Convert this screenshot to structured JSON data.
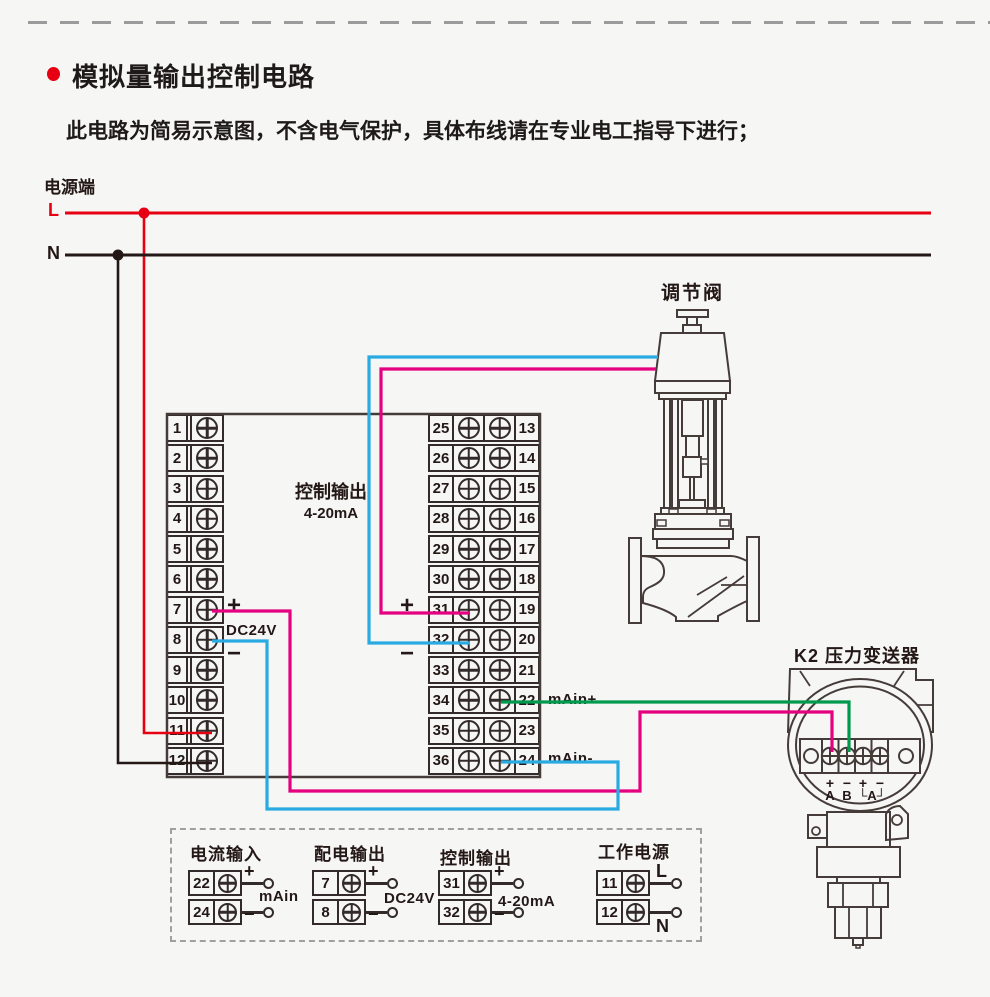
{
  "page": {
    "title": "模拟量输出控制电路",
    "subtitle": "此电路为简易示意图，不含电气保护，具体布线请在专业电工指导下进行；"
  },
  "power": {
    "title": "电源端",
    "l": "L",
    "n": "N"
  },
  "instrument": {
    "output_label": "控制输出",
    "output_range": "4-20mA",
    "plus": "+",
    "minus": "−",
    "dc24v": "DC24V",
    "main_plus": "mAin+",
    "main_minus": "mAin-",
    "left_terminals": [
      "1",
      "2",
      "3",
      "4",
      "5",
      "6",
      "7",
      "8",
      "9",
      "10",
      "11",
      "12"
    ],
    "right_inner": [
      "25",
      "26",
      "27",
      "28",
      "29",
      "30",
      "31",
      "32",
      "33",
      "34",
      "35",
      "36"
    ],
    "right_outer": [
      "13",
      "14",
      "15",
      "16",
      "17",
      "18",
      "19",
      "20",
      "21",
      "22",
      "23",
      "24"
    ]
  },
  "valve": {
    "label": "调节阀"
  },
  "transmitter": {
    "label": "K2 压力变送器",
    "signs": [
      "+",
      "−",
      "+",
      "−"
    ],
    "names": [
      "A",
      "B",
      "└A┘"
    ]
  },
  "legend": {
    "groups": [
      {
        "title": "电流输入",
        "center": "mAin",
        "rows": [
          {
            "num": "22",
            "sign": "+"
          },
          {
            "num": "24",
            "sign": "−"
          }
        ]
      },
      {
        "title": "配电输出",
        "center": "DC24V",
        "rows": [
          {
            "num": "7",
            "sign": "+"
          },
          {
            "num": "8",
            "sign": "−"
          }
        ]
      },
      {
        "title": "控制输出",
        "center": "4-20mA",
        "rows": [
          {
            "num": "31",
            "sign": "+"
          },
          {
            "num": "32",
            "sign": "−"
          }
        ]
      },
      {
        "title": "工作电源",
        "center": "",
        "rows": [
          {
            "num": "11",
            "sign": "L"
          },
          {
            "num": "12",
            "sign": "N"
          }
        ]
      }
    ]
  },
  "colors": {
    "wire_red": "#e60012",
    "wire_black": "#231815",
    "wire_blue": "#29abe2",
    "wire_magenta": "#e4007f",
    "wire_green": "#009a4e",
    "outline": "#453c39",
    "background": "#f6f6f5"
  }
}
